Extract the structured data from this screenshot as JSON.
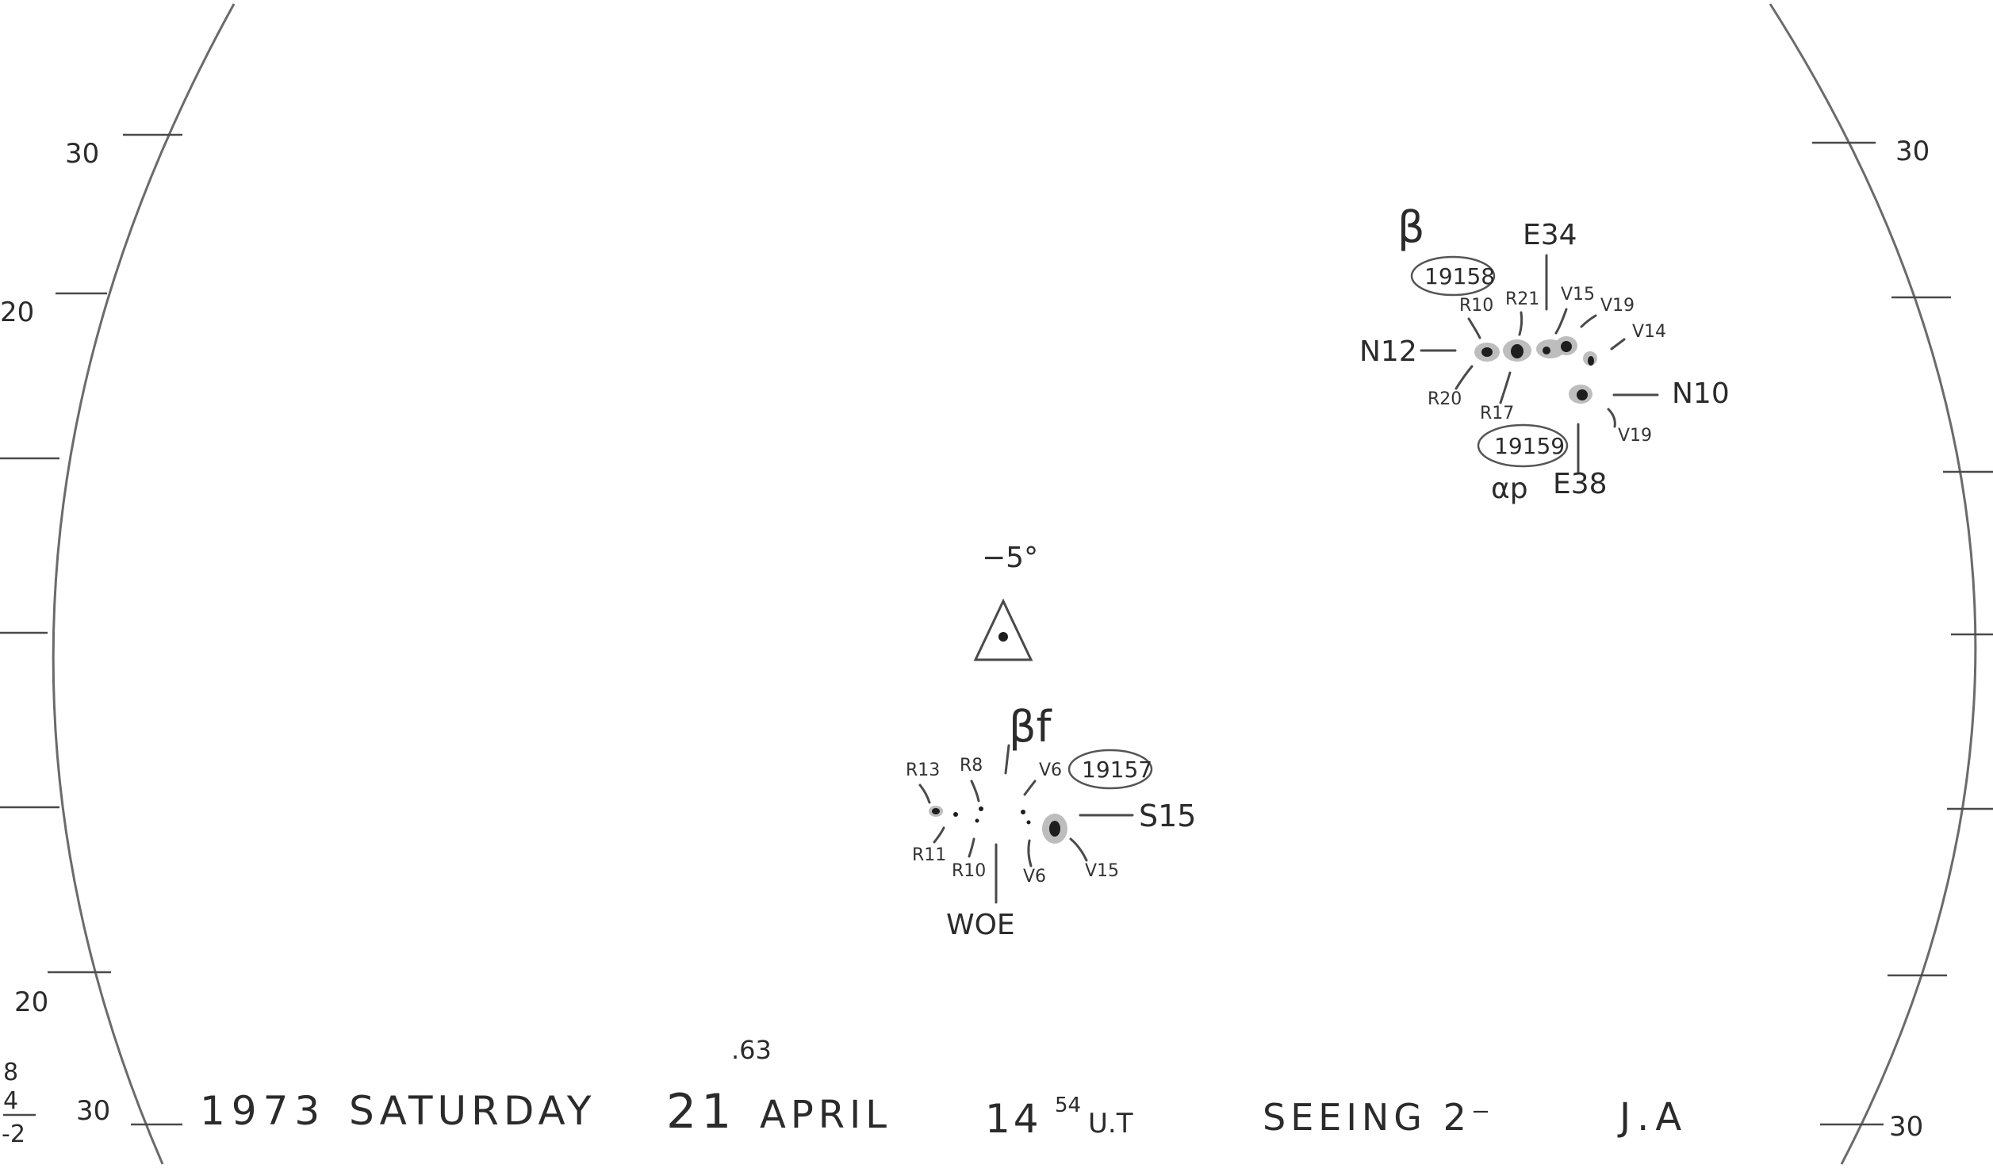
{
  "scale_labels": {
    "left_top": "30",
    "left_mid": "20",
    "left_bottom_20": "20",
    "left_bottom_30": "30",
    "right_top": "30",
    "right_bottom": "30"
  },
  "centre": {
    "angle": "−5°"
  },
  "group_north": {
    "class": "β",
    "number": "19158",
    "meridian_east": "E34",
    "latitude_left": "N12",
    "latitude_right": "N10",
    "second_number": "19159",
    "second_class": "αp",
    "meridian_east_2": "E38",
    "spot_labels": [
      "R10",
      "R21",
      "V15",
      "V19",
      "V14",
      "R20",
      "R17",
      "V19"
    ]
  },
  "group_south": {
    "class": "βf",
    "number": "19157",
    "latitude": "S15",
    "meridian": "WOE",
    "spot_labels": [
      "R13",
      "R8",
      "V6",
      "R11",
      "R10",
      "V6",
      "V15"
    ]
  },
  "footer": {
    "year": "1973",
    "weekday": "SATURDAY",
    "day": "21",
    "day_superscript": ".63",
    "month": "APRIL",
    "time_hour": "14",
    "time_minute": "54",
    "time_unit": "U.T",
    "seeing": "SEEING 2⁻",
    "observer": "J.A"
  },
  "margin_notes": [
    "8",
    "4",
    "-2"
  ],
  "colors": {
    "ink": "#2b2b2b",
    "paper": "#ffffff",
    "penumbra": "#bdbdbd"
  }
}
